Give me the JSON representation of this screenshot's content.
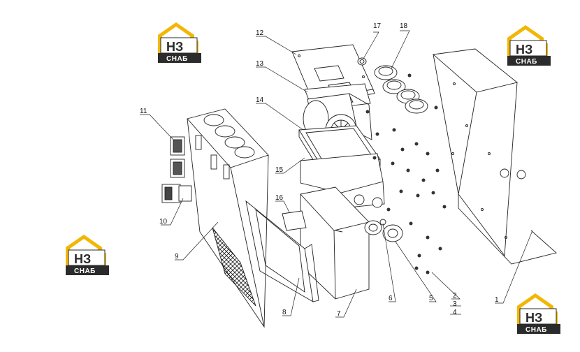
{
  "brand": {
    "logo_top": "НЗ",
    "logo_bottom": "СНАБ",
    "accent_color": "#f2b705",
    "dark_color": "#2b2b2b"
  },
  "callouts": [
    {
      "id": "1",
      "label": "1"
    },
    {
      "id": "2",
      "label": "2"
    },
    {
      "id": "3",
      "label": "3"
    },
    {
      "id": "4",
      "label": "4"
    },
    {
      "id": "5",
      "label": "5"
    },
    {
      "id": "6",
      "label": "6"
    },
    {
      "id": "7",
      "label": "7"
    },
    {
      "id": "8",
      "label": "8"
    },
    {
      "id": "9",
      "label": "9"
    },
    {
      "id": "10",
      "label": "10"
    },
    {
      "id": "11",
      "label": "11"
    },
    {
      "id": "12",
      "label": "12"
    },
    {
      "id": "13",
      "label": "13"
    },
    {
      "id": "14",
      "label": "14"
    },
    {
      "id": "15",
      "label": "15"
    },
    {
      "id": "16",
      "label": "16"
    },
    {
      "id": "17",
      "label": "17"
    },
    {
      "id": "18",
      "label": "18"
    }
  ]
}
